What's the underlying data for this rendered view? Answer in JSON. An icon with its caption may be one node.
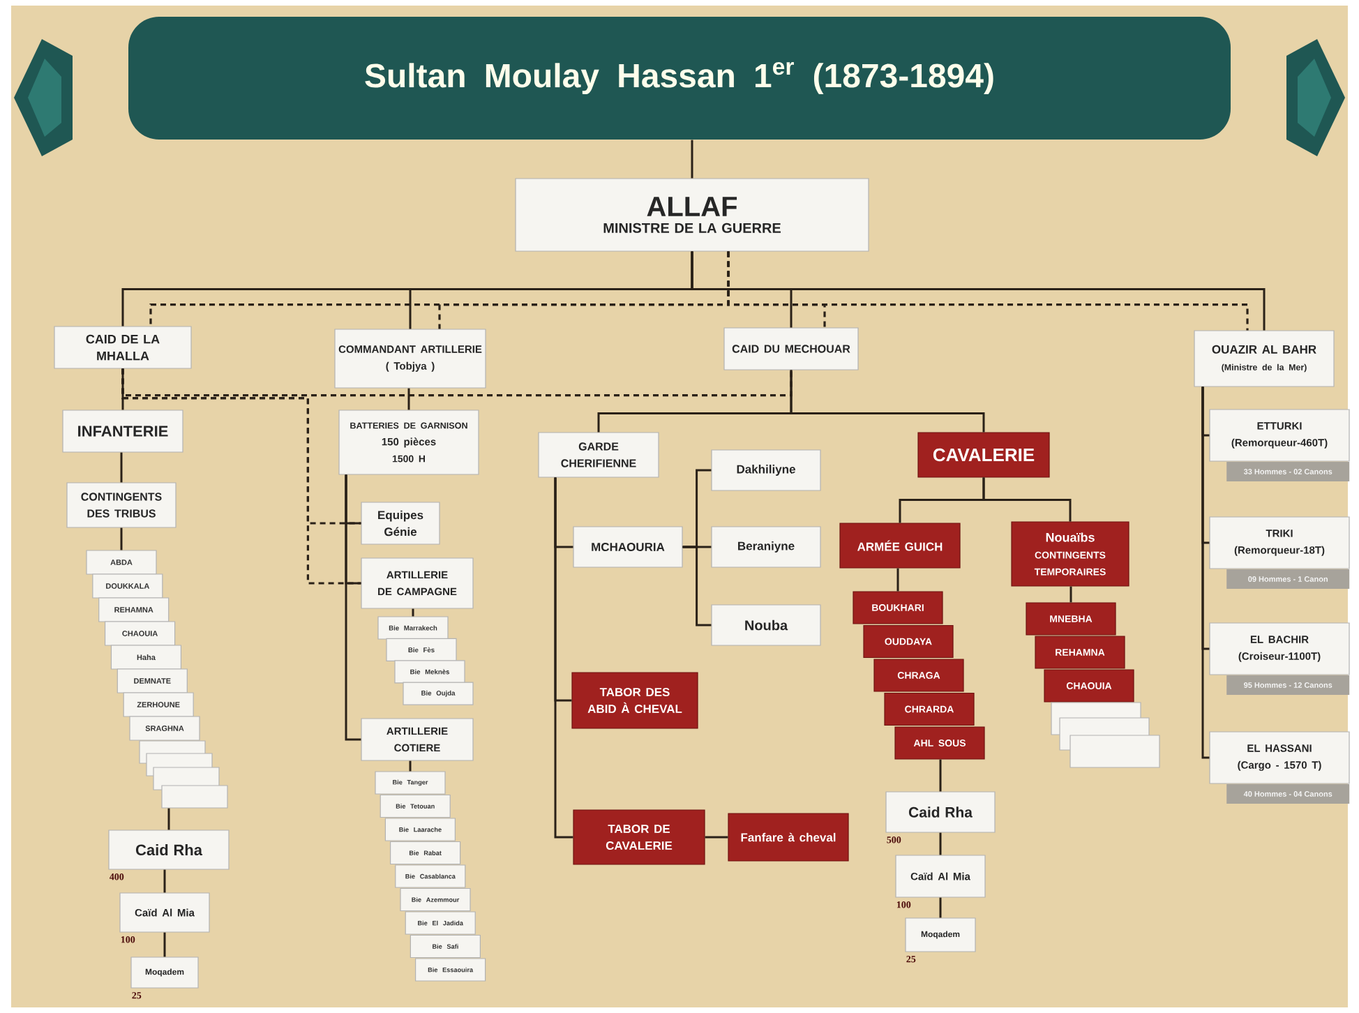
{
  "diagram": {
    "nodes": [
      {
        "text": [
          "Sultan Moulay Hassan 1$^{er}$ (1873-1894)"
        ]
      },
      {
        "text": [
          "ALLAF",
          "MINISTRE DE LA GUERRE"
        ]
      },
      {
        "text": [
          "CAID DE LA MHALLA"
        ]
      },
      {
        "text": [
          "COMMANDANT ARTILLERIE",
          "( Tobjya )"
        ]
      },
      {
        "text": [
          "CAID DU MECHOUAR"
        ]
      },
      {
        "text": [
          "OUAZIR AL BAHR",
          "(Ministre de la Mer)"
        ]
      },
      {
        "text": [
          "INFANTERIE"
        ]
      },
      {
        "text": [
          "CONTINGENTS DES TRIBUS"
        ]
      },
      {
        "text": [
          "ABDA"
        ]
      },
      {
        "text": [
          "DOUKKALA"
        ]
      },
      {
        "text": [
          "REHAMNA"
        ]
      },
      {
        "text": [
          "CHAOUIA"
        ]
      },
      {
        "text": [
          "Haha"
        ]
      },
      {
        "text": [
          "DEMNATE"
        ]
      },
      {
        "text": [
          "ZERHOUNE"
        ]
      },
      {
        "text": [
          "SRAGHNA"
        ]
      },
      {
        "text": [],
        "shape": "box"
      },
      {
        "text": [],
        "shape": "box"
      },
      {
        "text": [],
        "shape": "box"
      },
      {
        "text": [],
        "shape": "box"
      },
      {
        "text": [
          "Caid Rha"
        ],
        "beside": [
          "400"
        ]
      },
      {
        "text": [
          "Caïd Al Mia"
        ],
        "beside": [
          "100"
        ]
      },
      {
        "text": [
          "Moqadem"
        ],
        "beside": [
          "25"
        ]
      },
      {
        "text": [
          "BATTERIES DE GARNISON",
          "150 pièces",
          "1500 H"
        ]
      },
      {
        "text": [
          "Equipes Génie"
        ]
      },
      {
        "text": [
          "ARTILLERIE DE CAMPAGNE"
        ]
      },
      {
        "text": [
          "Bie Marrakech"
        ]
      },
      {
        "text": [
          "Bie Fès"
        ]
      },
      {
        "text": [
          "Bie Meknès"
        ]
      },
      {
        "text": [
          "Bie Oujda"
        ]
      },
      {
        "text": [
          "ARTILLERIE COTIERE"
        ]
      },
      {
        "text": [
          "Bie Tanger"
        ]
      },
      {
        "text": [
          "Bie Tetouan"
        ]
      },
      {
        "text": [
          "Bie Laarache"
        ]
      },
      {
        "text": [
          "Bie Rabat"
        ]
      },
      {
        "text": [
          "Bie Casablanca"
        ]
      },
      {
        "text": [
          "Bie Azemmour"
        ]
      },
      {
        "text": [
          "Bie El Jadida"
        ]
      },
      {
        "text": [
          "Bie Safi"
        ]
      },
      {
        "text": [
          "Bie Essaouira"
        ]
      },
      {
        "text": [
          "GARDE CHERIFIENNE"
        ]
      },
      {
        "text": [
          "CAVALERIE"
        ]
      },
      {
        "text": [
          "Dakhiliyne"
        ]
      },
      {
        "text": [
          "MCHAOURIA"
        ]
      },
      {
        "text": [
          "Beraniyne"
        ]
      },
      {
        "text": [
          "Nouba"
        ]
      },
      {
        "text": [
          "ARMÉE GUICH"
        ]
      },
      {
        "text": [
          "Nouaïbs",
          "CONTINGENTS TEMPORAIRES"
        ]
      },
      {
        "text": [
          "BOUKHARI"
        ]
      },
      {
        "text": [
          "OUDDAYA"
        ]
      },
      {
        "text": [
          "CHRAGA"
        ]
      },
      {
        "text": [
          "CHRARDA"
        ]
      },
      {
        "text": [
          "AHL SOUS"
        ]
      },
      {
        "text": [
          "MNEBHA"
        ]
      },
      {
        "text": [
          "REHAMNA"
        ]
      },
      {
        "text": [
          "CHAOUIA"
        ]
      },
      {
        "text": [],
        "shape": "box"
      },
      {
        "text": [],
        "shape": "box"
      },
      {
        "text": [],
        "shape": "box"
      },
      {
        "text": [
          "TABOR DES ABID À CHEVAL"
        ]
      },
      {
        "text": [
          "Caid Rha"
        ],
        "beside": [
          "500"
        ]
      },
      {
        "text": [
          "Caïd Al Mia"
        ],
        "beside": [
          "100"
        ]
      },
      {
        "text": [
          "Moqadem"
        ],
        "beside": [
          "25"
        ]
      },
      {
        "text": [
          "TABOR DE CAVALERIE"
        ]
      },
      {
        "text": [
          "Fanfare à cheval"
        ]
      },
      {
        "text": [
          "ETTURKI",
          "(Remorqueur-460T)"
        ],
        "beside": [
          "33 Hommes - 02 Canons"
        ]
      },
      {
        "text": [
          "TRIKI",
          "(Remorqueur-18T)"
        ],
        "beside": [
          "09 Hommes - 1 Canon"
        ]
      },
      {
        "text": [
          "EL BACHIR",
          "(Croiseur-1100T)"
        ],
        "beside": [
          "95 Hommes - 12 Canons"
        ]
      },
      {
        "text": [
          "EL HASSANI",
          "(Cargo - 1570 T)"
        ],
        "beside": [
          "40 Hommes - 04 Canons"
        ]
      }
    ],
    "edges": [
      {
        "from": 0,
        "to": 1,
        "arrow": "none"
      },
      {
        "from": 1,
        "to": 2,
        "arrow": "none"
      },
      {
        "from": 1,
        "to": 3,
        "arrow": "none"
      },
      {
        "from": 1,
        "to": 4,
        "arrow": "none"
      },
      {
        "from": 1,
        "to": 5,
        "arrow": "none"
      },
      {
        "from": 1,
        "to": 2,
        "arrow": "none",
        "style": "dashed"
      },
      {
        "from": 1,
        "to": 3,
        "arrow": "none",
        "style": "dashed"
      },
      {
        "from": 1,
        "to": 4,
        "arrow": "none",
        "style": "dashed"
      },
      {
        "from": 1,
        "to": 5,
        "arrow": "none",
        "style": "dashed"
      },
      {
        "from": 2,
        "to": 6,
        "arrow": "none"
      },
      {
        "from": 6,
        "to": 7,
        "arrow": "none"
      },
      {
        "from": 7,
        "to": 8,
        "arrow": "none"
      },
      {
        "from": 19,
        "to": 20,
        "arrow": "none"
      },
      {
        "from": 20,
        "to": 21,
        "arrow": "none"
      },
      {
        "from": 21,
        "to": 22,
        "arrow": "none"
      },
      {
        "from": 3,
        "to": 23,
        "arrow": "none"
      },
      {
        "from": 23,
        "to": 24,
        "arrow": "none"
      },
      {
        "from": 23,
        "to": 25,
        "arrow": "none"
      },
      {
        "from": 23,
        "to": 30,
        "arrow": "none"
      },
      {
        "from": 25,
        "to": 26,
        "arrow": "none"
      },
      {
        "from": 30,
        "to": 31,
        "arrow": "none"
      },
      {
        "from": 4,
        "to": 40,
        "arrow": "none"
      },
      {
        "from": 4,
        "to": 41,
        "arrow": "none"
      },
      {
        "from": 40,
        "to": 43,
        "arrow": "none"
      },
      {
        "from": 40,
        "to": 59,
        "arrow": "none"
      },
      {
        "from": 40,
        "to": 63,
        "arrow": "none"
      },
      {
        "from": 43,
        "to": 42,
        "arrow": "none"
      },
      {
        "from": 43,
        "to": 44,
        "arrow": "none"
      },
      {
        "from": 43,
        "to": 45,
        "arrow": "none"
      },
      {
        "from": 63,
        "to": 64,
        "arrow": "none"
      },
      {
        "from": 41,
        "to": 46,
        "arrow": "none"
      },
      {
        "from": 41,
        "to": 47,
        "arrow": "none"
      },
      {
        "from": 46,
        "to": 48,
        "arrow": "none"
      },
      {
        "from": 52,
        "to": 60,
        "arrow": "none"
      },
      {
        "from": 60,
        "to": 61,
        "arrow": "none"
      },
      {
        "from": 61,
        "to": 62,
        "arrow": "none"
      },
      {
        "from": 47,
        "to": 53,
        "arrow": "none"
      },
      {
        "from": 5,
        "to": 65,
        "arrow": "none"
      },
      {
        "from": 5,
        "to": 66,
        "arrow": "none"
      },
      {
        "from": 5,
        "to": 67,
        "arrow": "none"
      },
      {
        "from": 5,
        "to": 68,
        "arrow": "none"
      },
      {
        "from": 2,
        "to": 4,
        "arrow": "none",
        "style": "dashed"
      },
      {
        "from": 2,
        "to": 24,
        "arrow": "none",
        "style": "dashed"
      },
      {
        "from": 2,
        "to": 25,
        "arrow": "none",
        "style": "dashed"
      }
    ]
  }
}
